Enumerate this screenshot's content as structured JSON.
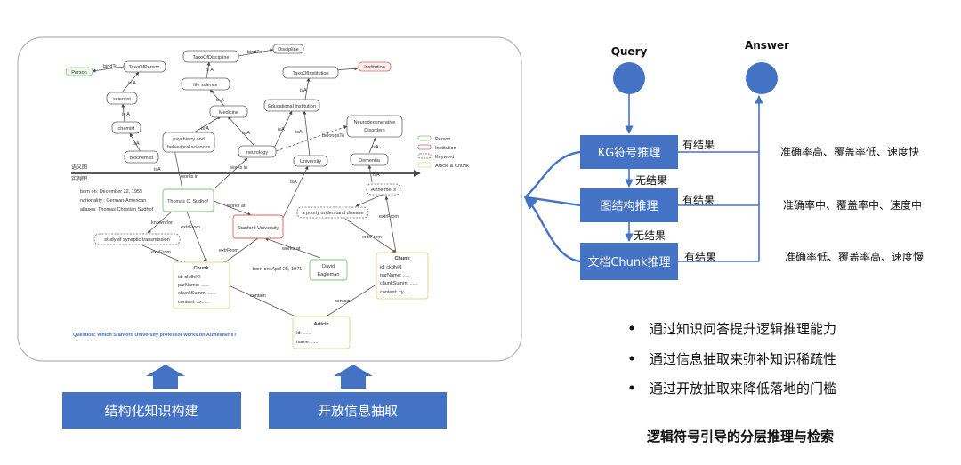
{
  "colors": {
    "accent_blue": "#4472c4",
    "person_green": "#7cc47c",
    "institution_red": "#e05c5c",
    "chunk_yellow": "#e5d79a",
    "question_blue": "#3b6fc7"
  },
  "left_panel": {
    "section_labels": {
      "semantic": "语义图",
      "instance": "实例图"
    },
    "legend": [
      "Person",
      "Institution",
      "Keyword",
      "Article & Chunk"
    ],
    "nodes": {
      "person": "Person",
      "taxo_person": "TaxoOfPerson",
      "scientist": "scientist",
      "chemist": "chemist",
      "biochemist": "biochemist",
      "taxo_discipline": "TaxoOfDiscipline",
      "discipline": "Discipline",
      "life_science": "life science",
      "medicine": "Medicine",
      "psychiatry_1": "psychiatry and",
      "psychiatry_2": "behavioral sciences",
      "neurology": "neurology",
      "taxo_institution": "TaxoOfInstitution",
      "institution": "Institution",
      "educational_institution": "Educational Institution",
      "university": "University",
      "neuro_1": "Neurodegenerative",
      "neuro_2": "Disorders",
      "dementia": "Dementia",
      "alzheimers": "Alzheimer's",
      "thomas": "Thomas C. Sudhof",
      "thomas_born": "born on: December 22, 1955",
      "thomas_nationality": "nationality : German-American",
      "thomas_aliases": "aliases: Thomas Christian Sudhof",
      "stanford": "Stanford University",
      "poorly": "a poorly understand disease",
      "synaptic": "study of synaptic transmission",
      "david_1": "David",
      "david_2": "Eagleman",
      "david_born": "born on: April 25, 1971",
      "chunk2_title": "Chunk",
      "chunk2_lines": [
        "id: ckdh#2",
        "parName: ......",
        "chunkSumm: ......",
        "content: xx......"
      ],
      "chunk1_title": "Chunk",
      "chunk1_lines": [
        "id: ckdh#1",
        "parName: ......",
        "chunkSumm: ......",
        "content: xy......"
      ],
      "article_title": "Article",
      "article_lines": [
        "id: ......",
        "name: ......"
      ]
    },
    "edges": {
      "bind_to": "bindTo",
      "is_a": "is A",
      "isa": "isA",
      "works_in": "works in",
      "works_at": "works at",
      "belongs_to": "belongsTo",
      "known_for": "known for",
      "extr_from": "extrFrom",
      "contain": "contain"
    },
    "question": "Question: Which Stanford University professor works on Alzheimer's?"
  },
  "bottom_buttons": {
    "structured": "结构化知识构建",
    "open_extraction": "开放信息抽取"
  },
  "right_panel": {
    "query": "Query",
    "answer": "Answer",
    "kg_reasoning": "KG符号推理",
    "graph_reasoning": "图结构推理",
    "doc_reasoning": "文档Chunk推理",
    "has_result": "有结果",
    "no_result": "无结果",
    "metric_kg": "准确率高、覆盖率低、速度快",
    "metric_graph": "准确率中、覆盖率中、速度中",
    "metric_doc": "准确率低、覆盖率高、速度慢"
  },
  "bullets": [
    "通过知识问答提升逻辑推理能力",
    "通过信息抽取来弥补知识稀疏性",
    "通过开放抽取来降低落地的门槛"
  ],
  "caption": "逻辑符号引导的分层推理与检索"
}
